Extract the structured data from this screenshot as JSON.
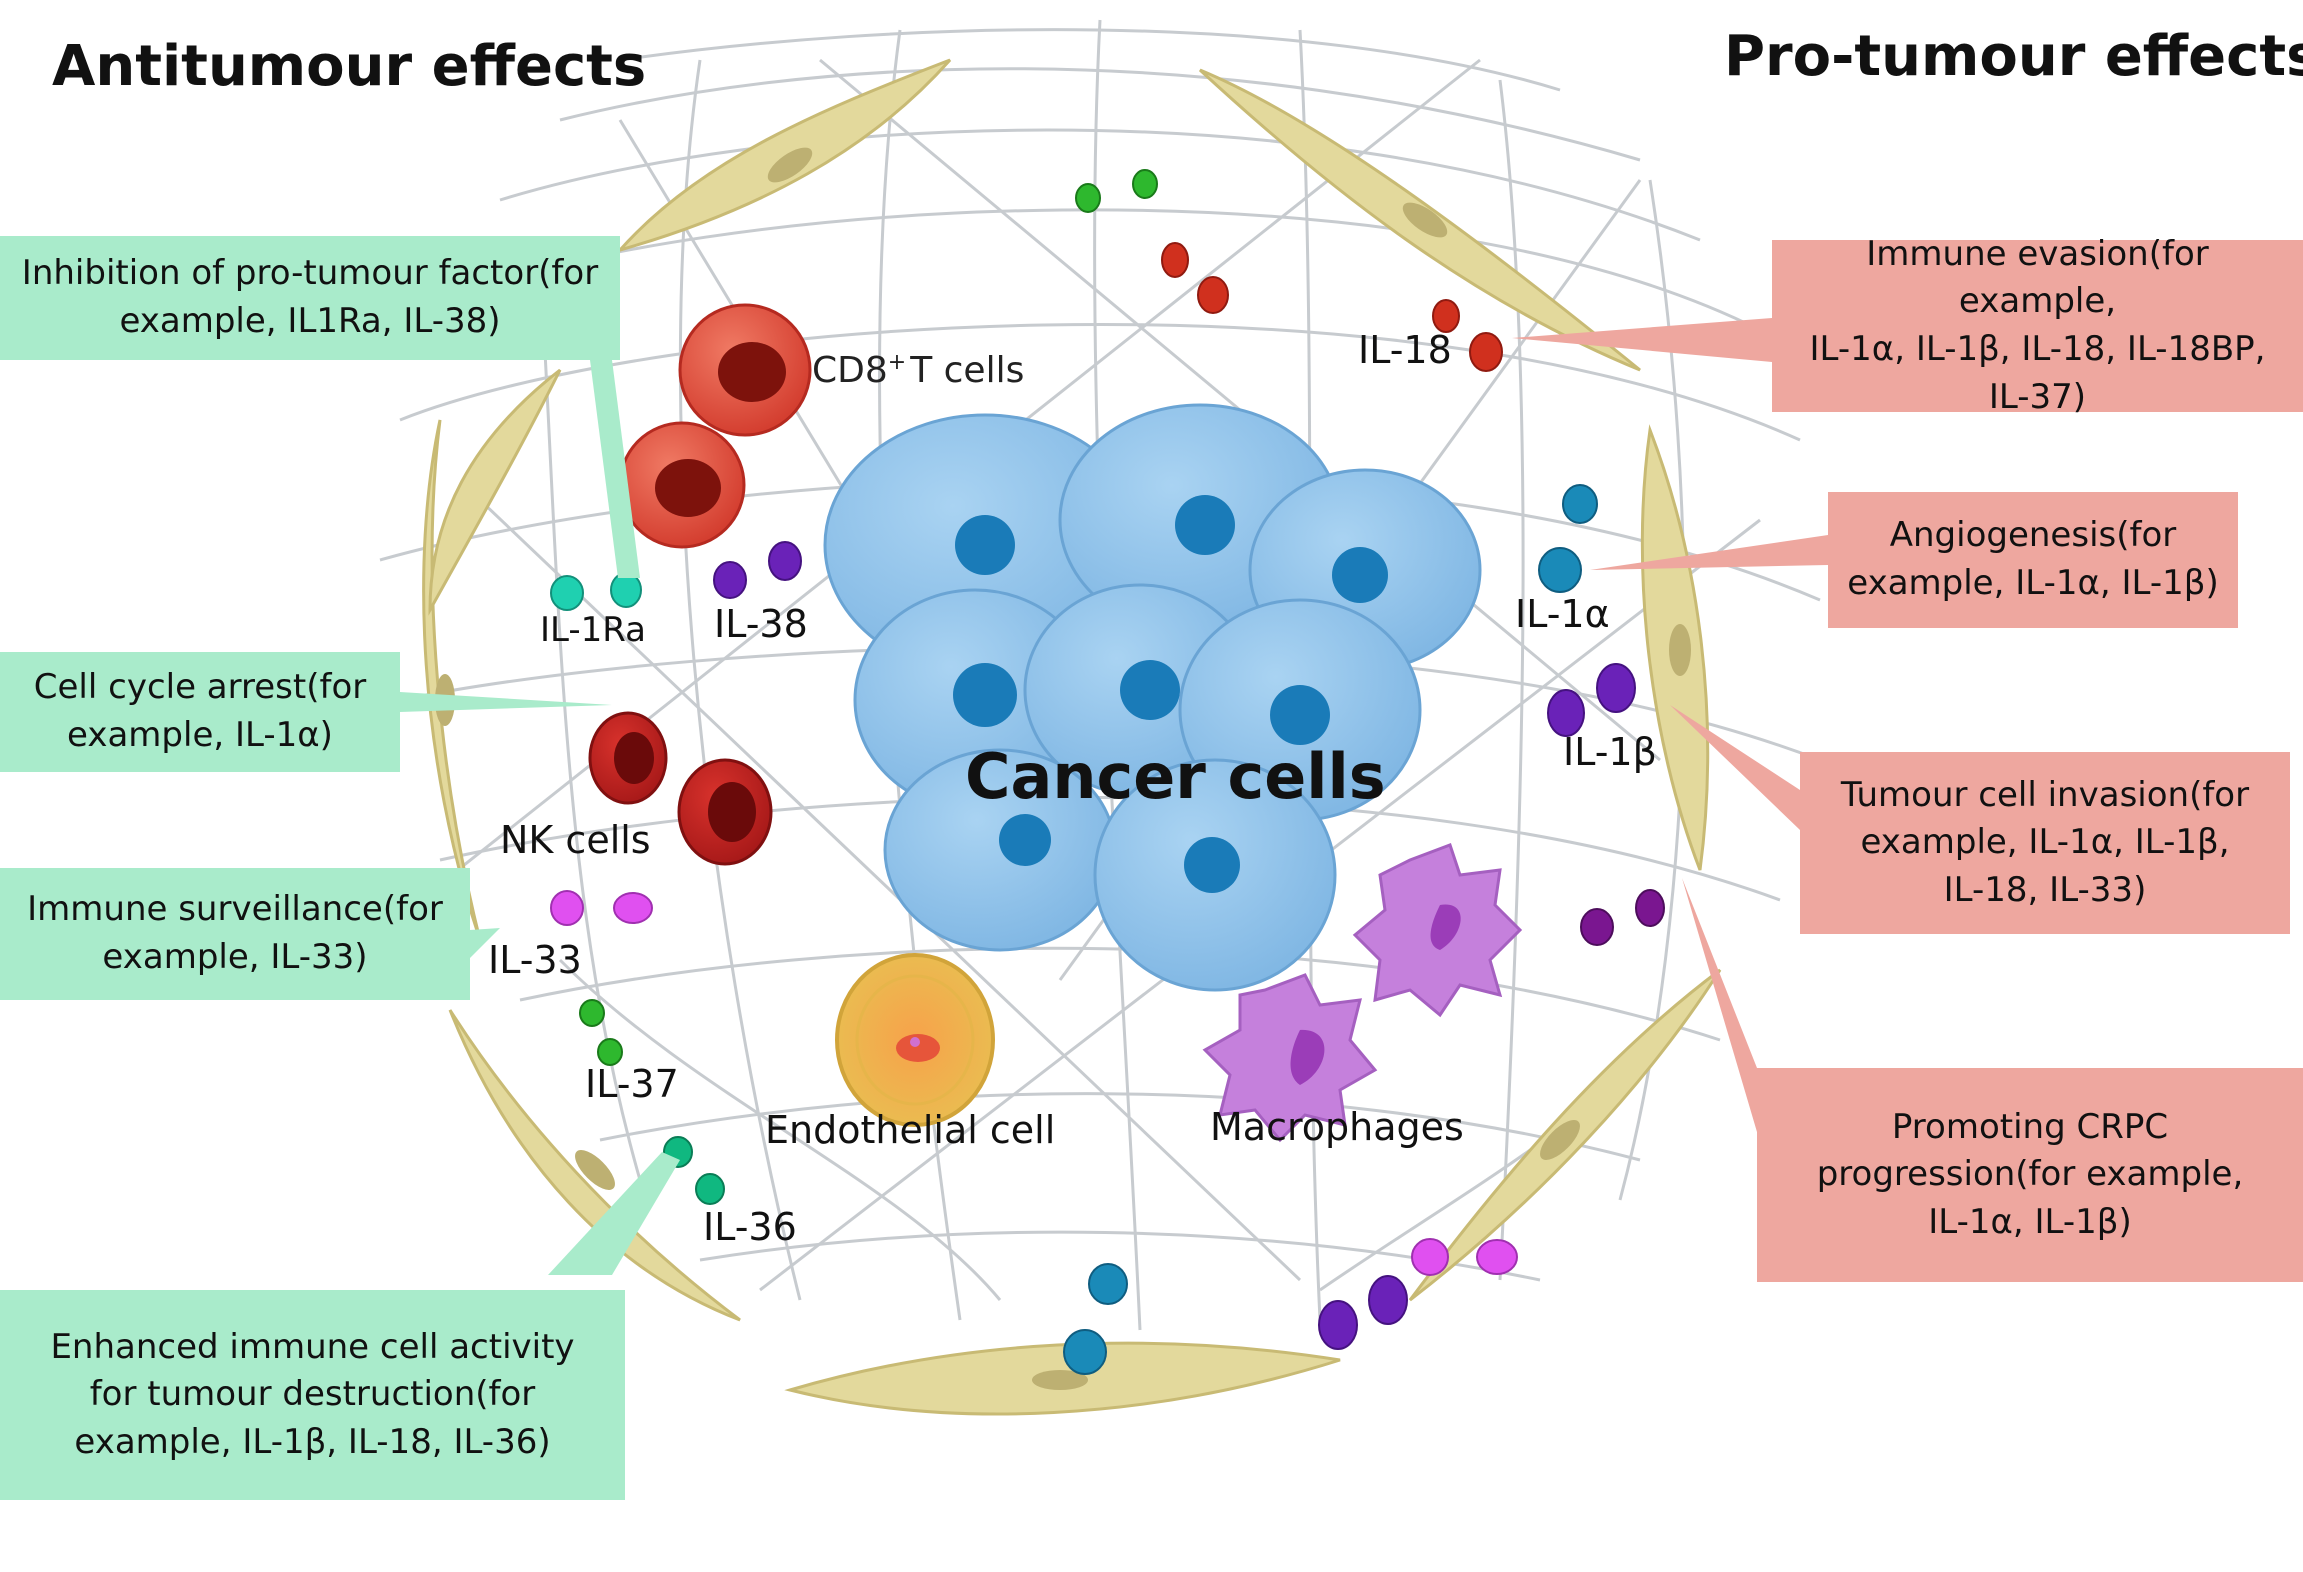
{
  "headings": {
    "left": "Antitumour effects",
    "right": "Pro-tumour effects"
  },
  "anti_boxes": [
    {
      "id": "inhibition",
      "lines": [
        "Inhibition of pro-tumour factor(for",
        "example, IL1Ra, IL-38)"
      ]
    },
    {
      "id": "cell-cycle",
      "lines": [
        "Cell cycle arrest(for",
        "example, IL-1α)"
      ]
    },
    {
      "id": "surveillance",
      "lines": [
        "Immune surveillance(for",
        "example, IL-33)"
      ]
    },
    {
      "id": "enhanced",
      "lines": [
        "Enhanced immune cell activity",
        "for tumour destruction(for",
        "example, IL-1β, IL-18, IL-36)"
      ]
    }
  ],
  "pro_boxes": [
    {
      "id": "evasion",
      "lines": [
        "Immune evasion(for example,",
        "IL-1α, IL-1β, IL-18, IL-18BP,",
        "IL-37)"
      ]
    },
    {
      "id": "angiogenesis",
      "lines": [
        "Angiogenesis(for",
        "example, IL-1α, IL-1β)"
      ]
    },
    {
      "id": "invasion",
      "lines": [
        "Tumour cell invasion(for",
        "example, IL-1α, IL-1β,",
        "IL-18, IL-33)"
      ]
    },
    {
      "id": "crpc",
      "lines": [
        "Promoting CRPC",
        "progression(for example,",
        "IL-1α, IL-1β)"
      ]
    }
  ],
  "cell_labels": {
    "cancer": "Cancer cells",
    "cd8_main": "CD8",
    "cd8_sup": "+",
    "cd8_rest": "T cells",
    "nk": "NK cells",
    "endothelial": "Endothelial cell",
    "macrophages": "Macrophages"
  },
  "cytokine_labels": {
    "il1ra": "IL-1Ra",
    "il38": "IL-38",
    "il33": "IL-33",
    "il37": "IL-37",
    "il36": "IL-36",
    "il18": "IL-18",
    "il1a": "IL-1α",
    "il1b": "IL-1β"
  },
  "colors": {
    "green_box": "#a9ebcb",
    "red_box": "#eea79f",
    "cancer_cell": "#8fc2ea",
    "cancer_nucleus": "#1a7bb8",
    "fibroblast": "#e3d99c",
    "red_cell": "#e04a3a",
    "macrophage": "#c580dc"
  }
}
